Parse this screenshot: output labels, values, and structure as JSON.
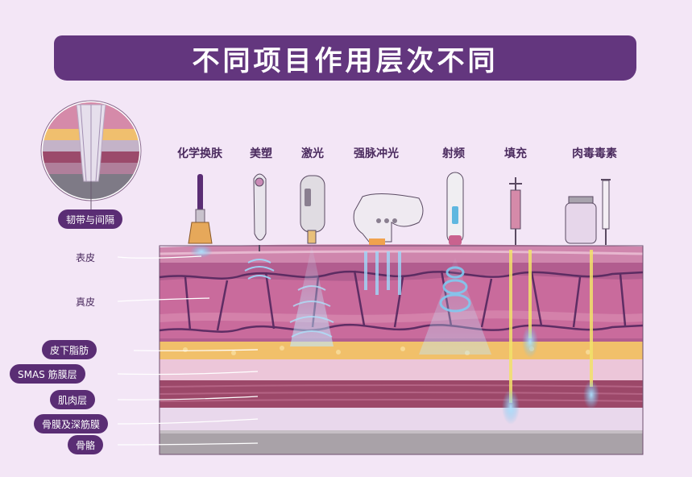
{
  "title": "不同项目作用层次不同",
  "inset_caption": "韧带与间隔",
  "treatments": [
    {
      "label": "化学换肤"
    },
    {
      "label": "美塑"
    },
    {
      "label": "激光"
    },
    {
      "label": "强脉冲光"
    },
    {
      "label": "射频"
    },
    {
      "label": "填充"
    },
    {
      "label": "肉毒毒素"
    }
  ],
  "layers": [
    {
      "label": "表皮"
    },
    {
      "label": "真皮"
    },
    {
      "label": "皮下脂肪"
    },
    {
      "label": "SMAS 筋膜层"
    },
    {
      "label": "肌肉层"
    },
    {
      "label": "骨膜及深筋膜"
    },
    {
      "label": "骨骼"
    }
  ],
  "colors": {
    "banner": "#63367e",
    "background": "#f3e6f6",
    "epidermis": "#c97aa6",
    "dermis": "#b05c8c",
    "fat": "#f1c06a",
    "smas": "#e8c3d6",
    "muscle": "#9a4667",
    "periosteum": "#e7d6ea",
    "bone": "#a8a0a8",
    "energy": "#7fc6f2",
    "needle_line": "#f2e36a"
  }
}
